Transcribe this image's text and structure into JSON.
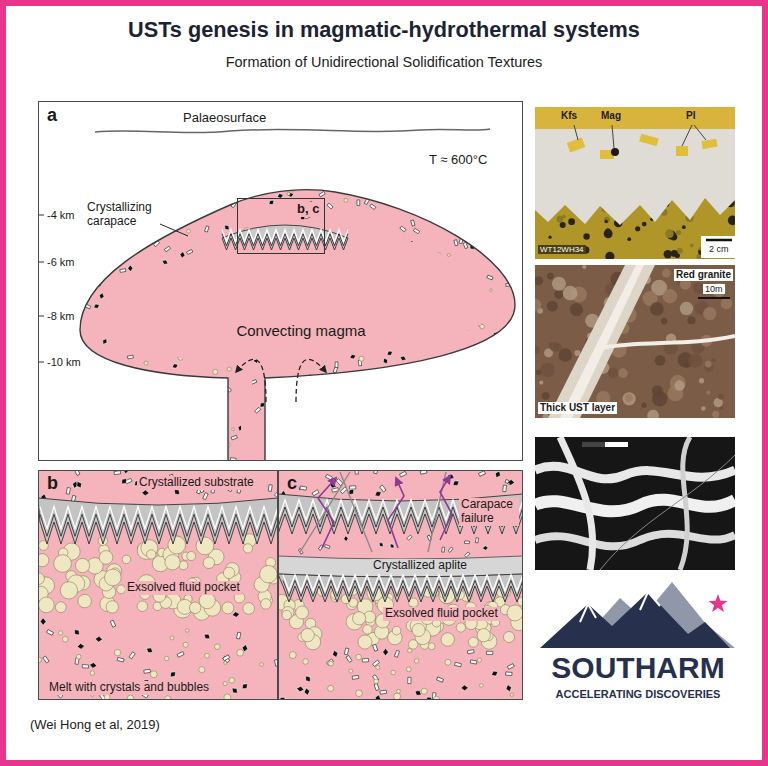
{
  "diagram": {
    "title": "USTs genesis in magmatic-hydrothermal systems",
    "caption": "(Wei Hong et al, 2019)",
    "nodes": [
      {
        "text": [
          "a",
          "Palaeosurface",
          "T ≈ 600°C",
          "-4 km",
          "-6 km",
          "-8 km",
          "-10 km",
          "Crystallizing carapace",
          "Convecting magma"
        ]
      },
      {
        "text": [
          "b, c"
        ],
        "in": 0
      },
      {
        "text": [
          "b",
          "Crystallized substrate",
          "Exsolved fluid pocket",
          "Melt with crystals and bubbles"
        ]
      },
      {
        "text": [
          "c",
          "Carapace failure",
          "Crystallized aplite",
          "Exsolved fluid pocket"
        ]
      },
      {
        "text": [
          "Kfs",
          "Mag",
          "Pl",
          "WT12WH34",
          "2 cm"
        ]
      },
      {
        "text": [
          "Red granite",
          "10m",
          "Thick UST layer"
        ]
      }
    ],
    "labels": [
      "Formation of Unidirectional Solidification Textures",
      "SOUTHARM",
      "ACCELERATING DISCOVERIES"
    ]
  }
}
